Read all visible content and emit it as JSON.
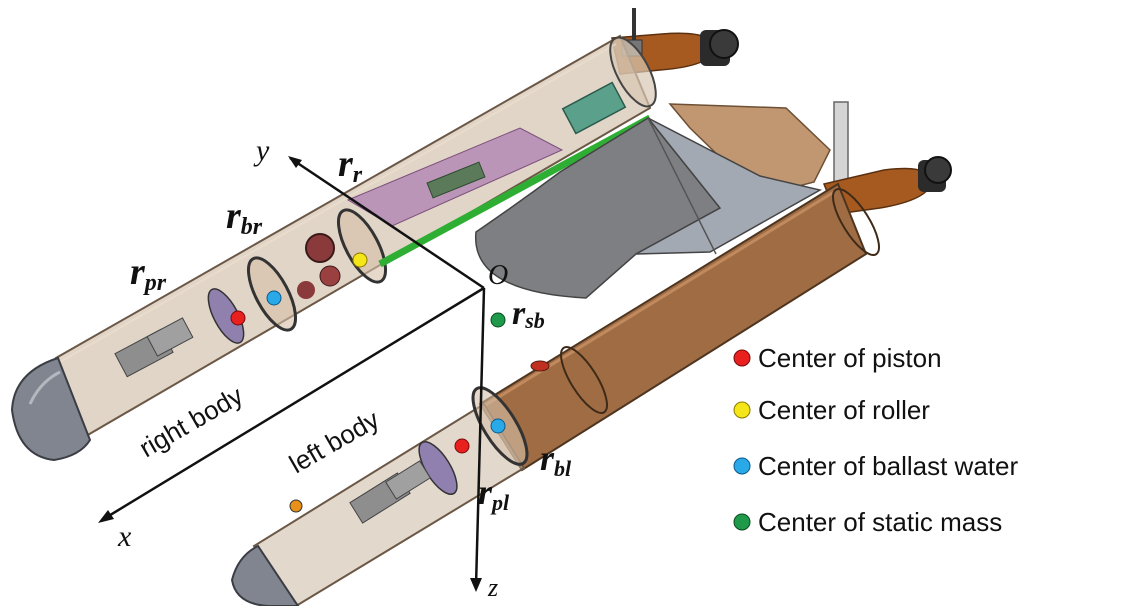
{
  "axes": {
    "x": "x",
    "y": "y",
    "z": "z",
    "origin": "O"
  },
  "vectors": {
    "r_r": {
      "main": "r",
      "sub": "r"
    },
    "r_br": {
      "main": "r",
      "sub": "br"
    },
    "r_pr": {
      "main": "r",
      "sub": "pr"
    },
    "r_sb": {
      "main": "r",
      "sub": "sb"
    },
    "r_bl": {
      "main": "r",
      "sub": "bl"
    },
    "r_pl": {
      "main": "r",
      "sub": "pl"
    }
  },
  "bodies": {
    "right": "right body",
    "left": "left body"
  },
  "legend": [
    {
      "label": "Center of piston",
      "color": "#e8201e"
    },
    {
      "label": "Center of roller",
      "color": "#f5e61a"
    },
    {
      "label": "Center of ballast water",
      "color": "#2aa9e8"
    },
    {
      "label": "Center of static mass",
      "color": "#1f9a4a"
    }
  ],
  "colors": {
    "hull_brown": "#a06c44",
    "nose_orange": "#a65a20",
    "nose_gray": "#80858f",
    "sail_dark": "#7d7f82",
    "sail_light": "#a3a9b3",
    "board_pink": "#b48ab4",
    "rail_green": "#2fae34"
  }
}
